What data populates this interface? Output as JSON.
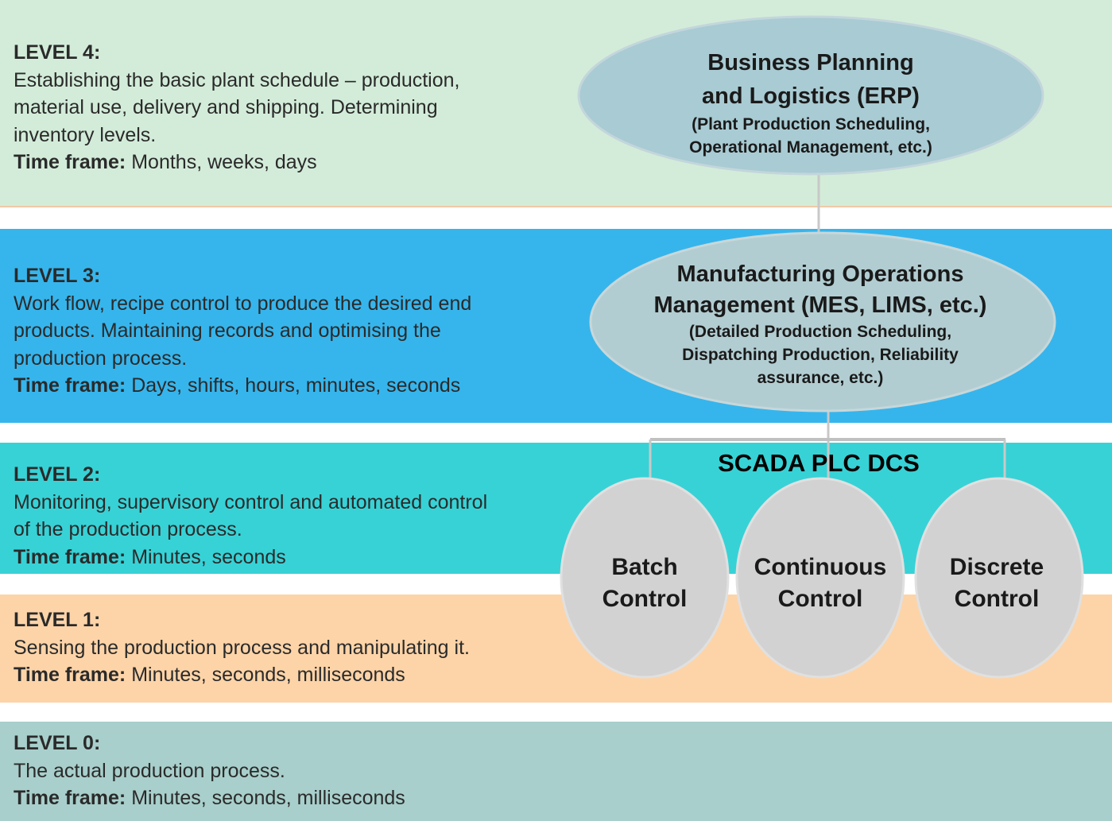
{
  "levels": [
    {
      "title": "LEVEL  4:",
      "description": [
        "Establishing the basic plant schedule – production,",
        "material use, delivery and shipping. Determining",
        "inventory levels."
      ],
      "time_label": "Time frame:",
      "time_value": " Months, weeks, days"
    },
    {
      "title": "LEVEL  3:",
      "description": [
        "Work flow, recipe control to produce the desired end",
        "products. Maintaining records and optimising the",
        "production process."
      ],
      "time_label": "Time frame:",
      "time_value": " Days, shifts, hours, minutes, seconds"
    },
    {
      "title": "LEVEL  2:",
      "description": [
        "Monitoring, supervisory control and automated control",
        "of the production process."
      ],
      "time_label": "Time frame:",
      "time_value": " Minutes, seconds"
    },
    {
      "title": "LEVEL 1:",
      "description": [
        "Sensing the production process and manipulating it."
      ],
      "time_label": "Time frame:",
      "time_value": " Minutes, seconds, milliseconds"
    },
    {
      "title": "LEVEL 0:",
      "description": [
        "The actual production process."
      ],
      "time_label": "Time frame:",
      "time_value": " Minutes, seconds, milliseconds"
    }
  ],
  "erp": {
    "line1": "Business Planning",
    "line2": "and Logistics (ERP)",
    "sub1": "(Plant Production Scheduling,",
    "sub2": "Operational Management, etc.)"
  },
  "mes": {
    "line1": "Manufacturing Operations",
    "line2": "Management (MES, LIMS, etc.)",
    "sub1": "(Detailed Production Scheduling,",
    "sub2": "Dispatching Production, Reliability",
    "sub3": "assurance, etc.)"
  },
  "scada_label": "SCADA PLC DCS",
  "controls": [
    {
      "line1": "Batch",
      "line2": "Control"
    },
    {
      "line1": "Continuous",
      "line2": "Control"
    },
    {
      "line1": "Discrete",
      "line2": "Control"
    }
  ],
  "colors": {
    "level4": "#d3ecd9",
    "level3": "#36b5ec",
    "level2": "#37d2d6",
    "level1": "#fdd4a8",
    "level0": "#a8cfcb",
    "erp": "#a9cbd3",
    "mes": "#b2cdd1",
    "control": "#d2d2d2"
  }
}
